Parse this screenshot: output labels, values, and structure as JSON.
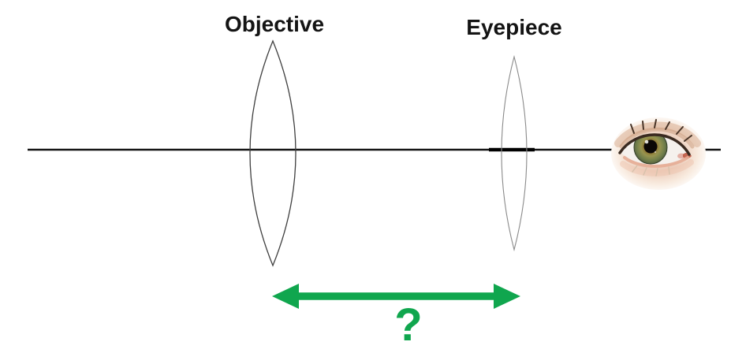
{
  "diagram": {
    "objective_label": "Objective",
    "eyepiece_label": "Eyepiece",
    "question_label": "?",
    "colors": {
      "arrow_green": "#10a64e",
      "axis_black": "#141414",
      "objective_lens_stroke": "#3f3f3f",
      "eyepiece_lens_stroke": "#8a8a8a",
      "label_text": "#141414"
    },
    "shapes": [
      "optical-axis-line",
      "objective-lens",
      "eyepiece-lens",
      "eye-image",
      "separation-arrow",
      "question-mark"
    ]
  }
}
